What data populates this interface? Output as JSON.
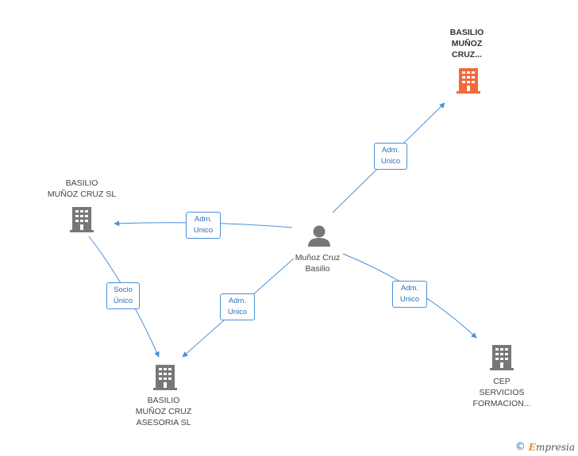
{
  "colors": {
    "edge": "#4a90d9",
    "company": "#777777",
    "company_highlight": "#f26a3a",
    "person": "#777777"
  },
  "nodes": {
    "top_company": {
      "label": "BASILIO\nMUÑOZ\nCRUZ...",
      "icon": "building-icon"
    },
    "left_company": {
      "label": "BASILIO\nMUÑOZ CRUZ SL",
      "icon": "building-icon"
    },
    "bottom_company": {
      "label": "BASILIO\nMUÑOZ CRUZ\nASESORIA SL",
      "icon": "building-icon"
    },
    "right_company": {
      "label": "CEP\nSERVICIOS\nFORMACION...",
      "icon": "building-icon"
    },
    "person": {
      "label": "Muñoz Cruz\nBasilio",
      "icon": "person-icon"
    }
  },
  "edges": {
    "to_top": "Adm.\nUnico",
    "to_left": "Adm.\nUnico",
    "to_bottom": "Adm.\nUnico",
    "to_right": "Adm.\nUnico",
    "left_to_bottom": "Socio\nÚnico"
  },
  "footer": {
    "copyright": "©",
    "brand_first": "E",
    "brand_rest": "mpresia"
  }
}
